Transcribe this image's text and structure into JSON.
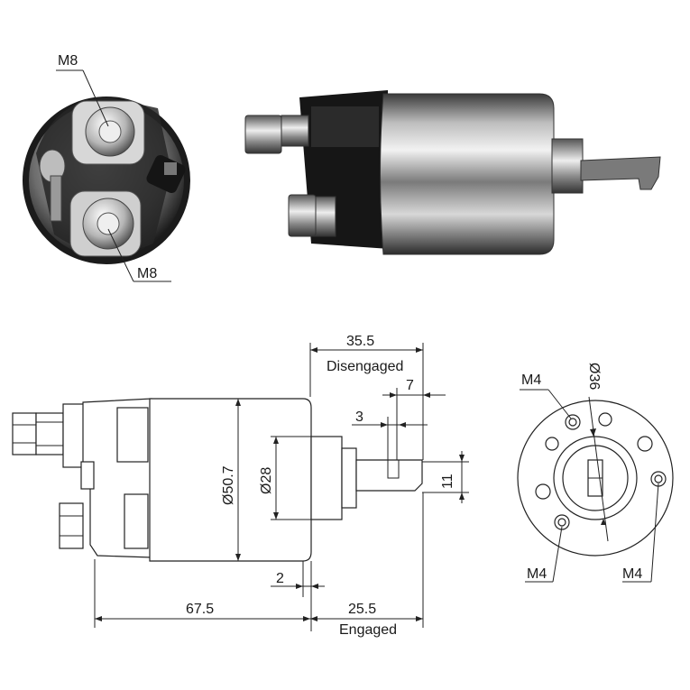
{
  "end_view_labels": {
    "top_thread": "M8",
    "bottom_thread": "M8"
  },
  "dimensions": {
    "disengaged_value": "35.5",
    "disengaged_label": "Disengaged",
    "stroke_7": "7",
    "stroke_3": "3",
    "slot_11": "11",
    "body_diameter": "Ø50.7",
    "nose_diameter": "Ø28",
    "gap_2": "2",
    "length_67_5": "67.5",
    "engaged_value": "25.5",
    "engaged_label": "Engaged"
  },
  "flange_view": {
    "mount_top_left": "M4",
    "bore": "Ø36",
    "mount_bottom_left": "M4",
    "mount_right": "M4"
  },
  "colors": {
    "metal_dark": "#2a2a2a",
    "metal_mid": "#8a8a8a",
    "metal_light": "#e6e6e6",
    "line": "#222222"
  }
}
